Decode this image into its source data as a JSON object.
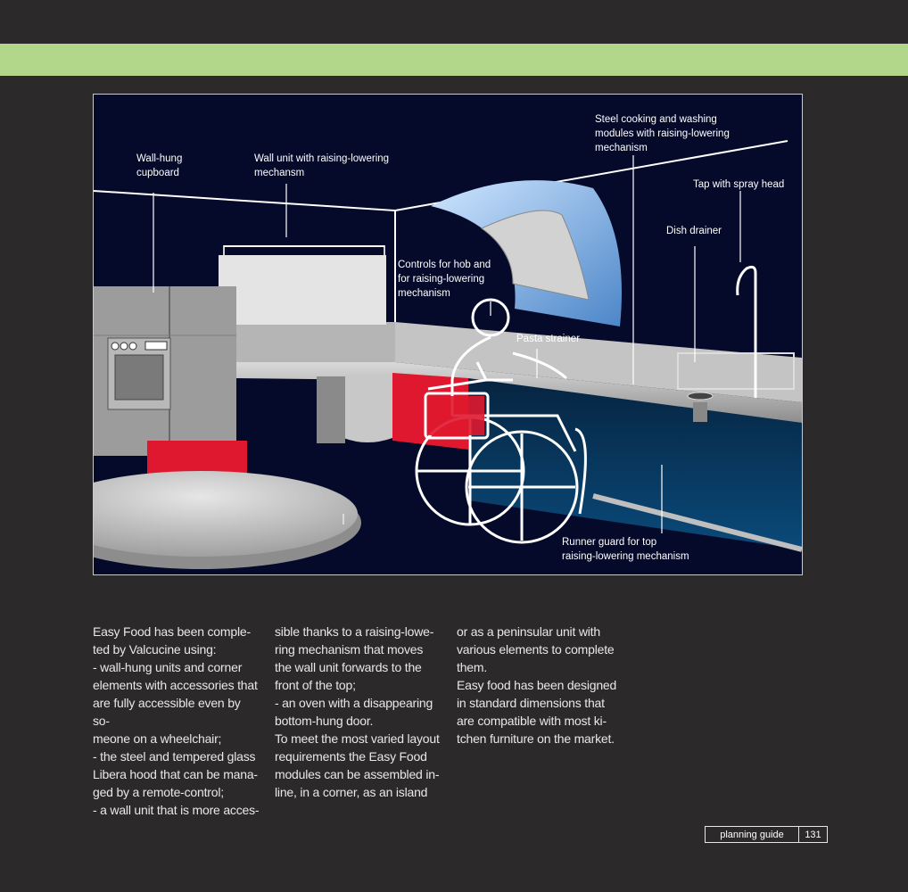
{
  "figure": {
    "labels": {
      "wall_hung": "Wall-hung\ncupboard",
      "wall_unit": "Wall unit with raising-lowering\nmechansm",
      "steel_modules": "Steel cooking and washing\nmodules with raising-lowering\nmechanism",
      "tap": "Tap with spray head",
      "dish": "Dish drainer",
      "controls": "Controls for hob and\nfor raising-lowering\nmechanism",
      "pasta": "Pasta strainer",
      "runner": "Runner guard for top\nraising-lowering mechanism"
    }
  },
  "body_text": {
    "col1": "Easy Food has been comple-\nted by Valcucine using:\n- wall-hung units and corner\nelements with accessories that\nare fully accessible even by so-\nmeone on a wheelchair;\n- the steel and tempered glass\nLibera hood that can be mana-\nged by a remote-control;\n- a wall unit that is more acces-",
    "col2": "sible thanks to a raising-lowe-\nring mechanism that moves\nthe wall unit forwards to the\nfront of the top;\n- an oven with a disappearing\nbottom-hung door.\nTo meet the most varied layout\nrequirements the Easy Food\nmodules can be assembled in-\nline, in a corner, as an island",
    "col3": "or as a peninsular unit with\nvarious elements to complete\nthem.\nEasy food has been designed\nin standard dimensions that\nare compatible with most ki-\ntchen furniture on the market."
  },
  "footer": {
    "section": "planning guide",
    "page": "131"
  },
  "colors": {
    "accent_green": "#b3d78a",
    "background": "#2b292a",
    "figure_bg": "#050a2a",
    "red_door": "#e0182f"
  }
}
